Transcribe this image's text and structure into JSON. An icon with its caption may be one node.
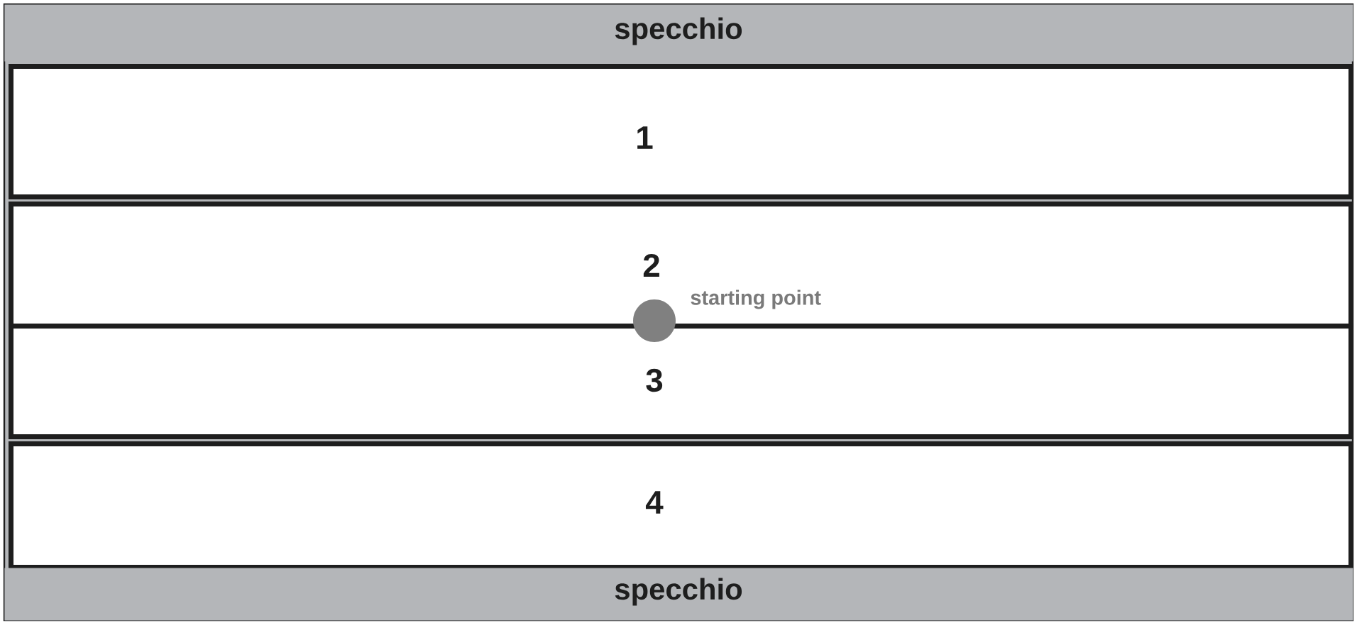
{
  "diagram": {
    "nodes": [
      {
        "text": [
          "specchio"
        ]
      },
      {
        "text": [
          "1"
        ]
      },
      {
        "text": [
          "2"
        ]
      },
      {
        "text": [
          "3"
        ]
      },
      {
        "text": [
          "4"
        ]
      },
      {
        "text": [
          "specchio"
        ]
      },
      {
        "text": [],
        "shape": "circle"
      }
    ],
    "labels": [
      "starting point"
    ]
  }
}
